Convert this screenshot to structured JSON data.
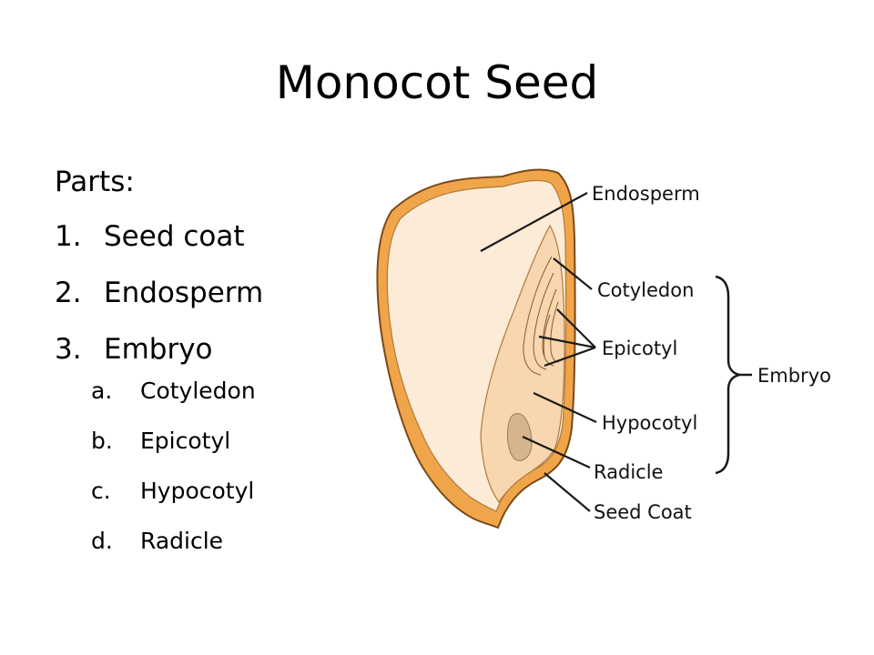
{
  "slide": {
    "title": "Monocot Seed",
    "parts_heading": "Parts:",
    "parts": [
      {
        "number": "1.",
        "label": "Seed coat"
      },
      {
        "number": "2.",
        "label": "Endosperm"
      },
      {
        "number": "3.",
        "label": "Embryo"
      }
    ],
    "embryo_parts": [
      {
        "letter": "a.",
        "label": "Cotyledon"
      },
      {
        "letter": "b.",
        "label": "Epicotyl"
      },
      {
        "letter": "c.",
        "label": "Hypocotyl"
      },
      {
        "letter": "d.",
        "label": "Radicle"
      }
    ]
  },
  "diagram": {
    "labels": {
      "endosperm": "Endosperm",
      "cotyledon": "Cotyledon",
      "epicotyl": "Epicotyl",
      "hypocotyl": "Hypocotyl",
      "radicle": "Radicle",
      "seed_coat": "Seed Coat",
      "embryo": "Embryo"
    },
    "colors": {
      "seed_coat": "#f1a54a",
      "seed_coat_outline": "#7a4a1a",
      "endosperm": "#fcebd7",
      "embryo": "#f7d6b0",
      "radicle": "#d6b48e",
      "leader_line": "#1a1a1a"
    }
  }
}
